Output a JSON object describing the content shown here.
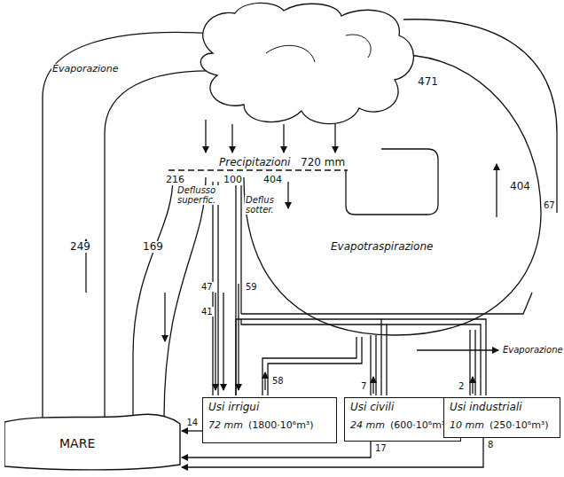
{
  "diagram": {
    "nodes": [
      {
        "text": [
          "MARE"
        ]
      },
      {
        "text": [
          "Usi irrigui",
          "72 mm",
          "(1800·10⁶m³)"
        ]
      },
      {
        "text": [
          "Usi civili",
          "24 mm",
          "(600·10⁶m³)"
        ]
      },
      {
        "text": [
          "Usi industriali",
          "10 mm",
          "(250·10⁶m³)"
        ]
      }
    ],
    "edges": [
      {
        "from": 1,
        "to": 0,
        "arrow": "to",
        "label": "14"
      },
      {
        "from": 2,
        "to": 0,
        "arrow": "to",
        "label": "17"
      },
      {
        "from": 3,
        "to": 0,
        "arrow": "to",
        "label": "8"
      }
    ],
    "labels": [
      "Evaporazione",
      "249",
      "Precipitazioni",
      "720 mm",
      "216",
      "100",
      "404",
      "Deflusso superfic.",
      "169",
      "Deflus sotter.",
      "47",
      "41",
      "59",
      "471",
      "404",
      "67",
      "Evapotraspirazione",
      "Evaporazione",
      "58",
      "7",
      "2"
    ]
  }
}
